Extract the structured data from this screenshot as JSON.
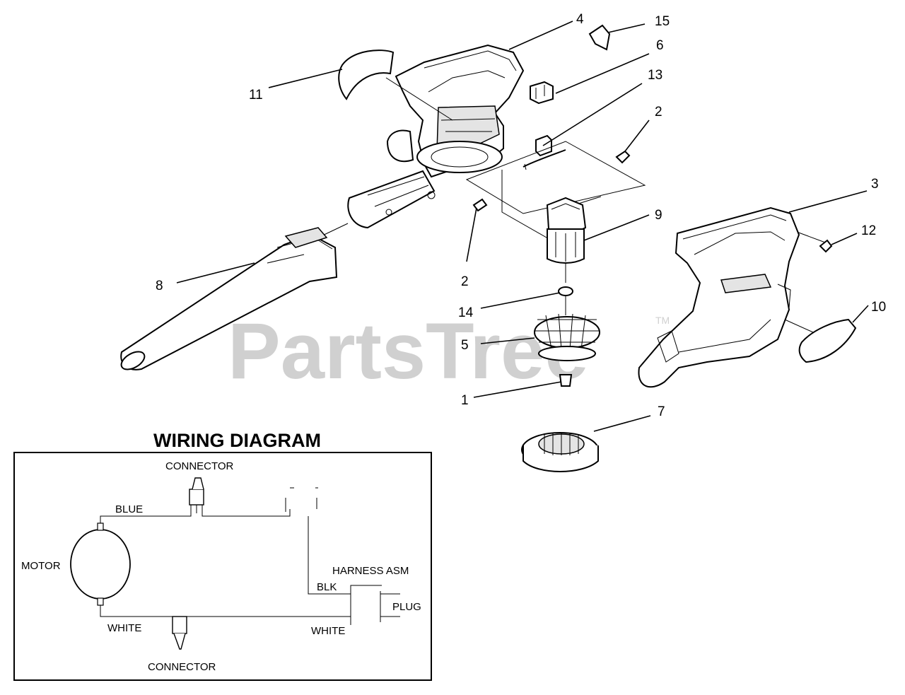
{
  "watermark": {
    "text": "PartsTree",
    "trademark": "TM"
  },
  "callouts": [
    "4",
    "15",
    "6",
    "11",
    "13",
    "2",
    "2",
    "3",
    "9",
    "12",
    "8",
    "14",
    "10",
    "5",
    "1",
    "7"
  ],
  "wiring": {
    "title": "WIRING DIAGRAM",
    "labels": {
      "connector_top": "CONNECTOR",
      "blue": "BLUE",
      "motor": "MOTOR",
      "harness": "HARNESS ASM",
      "blk": "BLK",
      "plug": "PLUG",
      "white_left": "WHITE",
      "white_right": "WHITE",
      "connector_bottom": "CONNECTOR"
    }
  }
}
